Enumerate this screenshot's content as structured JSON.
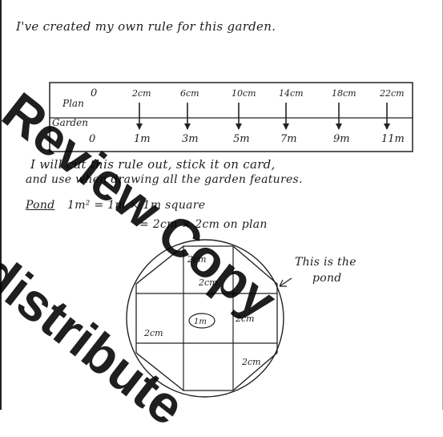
{
  "document": {
    "heading": "I've created my own rule for this garden.",
    "ruler": {
      "row_labels": {
        "plan": "Plan",
        "garden": "Garden"
      },
      "plan_ticks": [
        "0",
        "2cm",
        "6cm",
        "10cm",
        "14cm",
        "18cm",
        "22cm"
      ],
      "garden_ticks": [
        "0",
        "1m",
        "3m",
        "5m",
        "7m",
        "9m",
        "11m"
      ]
    },
    "instruction_line1": "I will cut this rule out, stick it on card,",
    "instruction_line2": "and use when drawing all the garden features.",
    "pond_label": "Pond",
    "pond_area": "1m² = 1m × 1m square",
    "pond_plan": "= 2cm × 2cm on plan",
    "diagram": {
      "annotation_line1": "This is the",
      "annotation_line2": "pond",
      "cell_labels": [
        "2cm",
        "2cm",
        "2cm",
        "2cm",
        "2cm",
        "1m"
      ]
    }
  },
  "watermark": {
    "line1": "Review Copy",
    "line2": "distribute"
  }
}
